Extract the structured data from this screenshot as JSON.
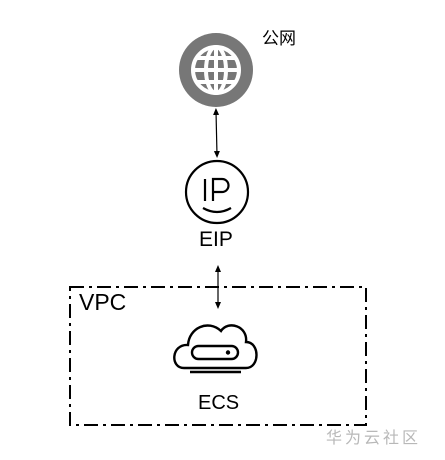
{
  "labels": {
    "internet": "公网",
    "eip": "EIP",
    "vpc": "VPC",
    "ecs": "ECS"
  },
  "watermark": "华为云社区",
  "icons": {
    "internet": "globe-icon",
    "eip": "ip-address-icon",
    "ecs": "cloud-server-icon"
  },
  "colors": {
    "globe": "#777777",
    "stroke": "#000000",
    "watermark": "#b8b8b8"
  }
}
